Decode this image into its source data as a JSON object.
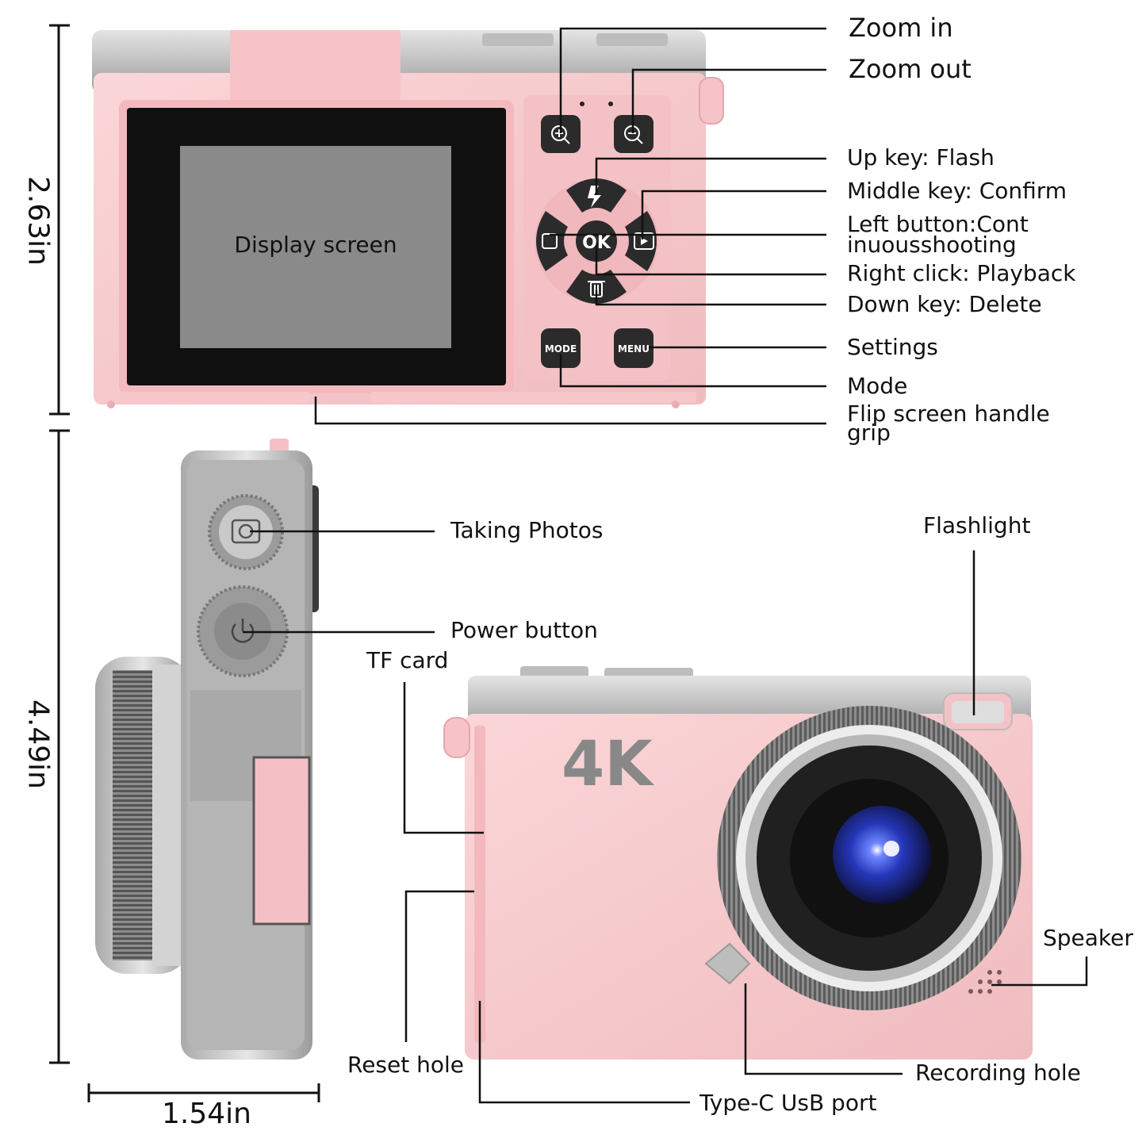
{
  "display_screen_text": "Display screen",
  "badge_4k": "4K",
  "buttons": {
    "ok": "OK",
    "mode": "MODE",
    "menu": "MENU"
  },
  "labels": {
    "zoom_in": "Zoom in",
    "zoom_out": "Zoom out",
    "up_key": "Up key: Flash",
    "middle_key": "Middle key: Confirm",
    "left_button_line1": "Left button:Cont",
    "left_button_line2": "inuousshooting",
    "right_click": "Right click: Playback",
    "down_key": "Down key: Delete",
    "settings": "Settings",
    "mode": "Mode",
    "flip_line1": "Flip screen handle",
    "flip_line2": "grip",
    "taking_photos": "Taking Photos",
    "power_button": "Power button",
    "tf_card": "TF card",
    "flashlight": "Flashlight",
    "speaker": "Speaker",
    "reset_hole": "Reset hole",
    "recording_hole": "Recording hole",
    "type_c": "Type-C UsB port"
  },
  "dimensions": {
    "height_top": "2.63in",
    "height_bottom": "4.49in",
    "width": "1.54in"
  },
  "colors": {
    "body_pink": "#f6c9cc",
    "silver": "#c4c4c4",
    "button_dark": "#2b2b2b",
    "lens_blue": "#2a40c8"
  }
}
